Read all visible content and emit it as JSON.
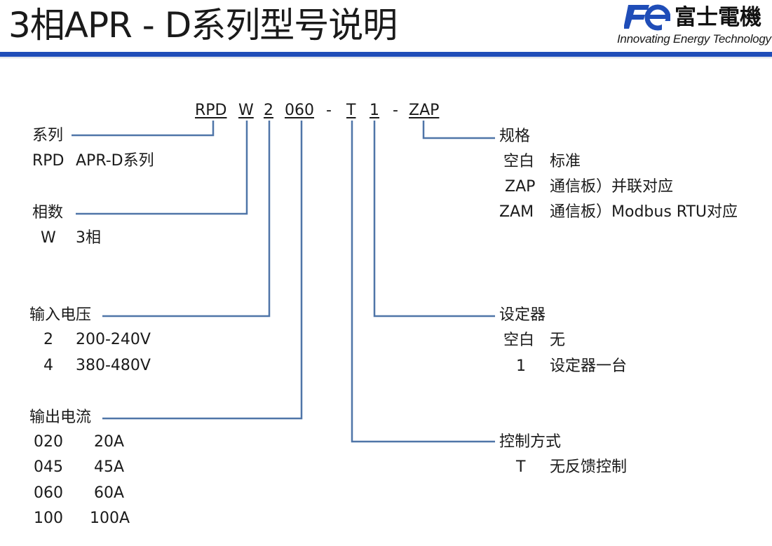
{
  "header": {
    "title": "3相APR - D系列型号说明",
    "brand_name": "富士電機",
    "brand_tagline": "Innovating Energy Technology",
    "accent_color": "#1f4db8",
    "leader_color": "#4f75a8"
  },
  "model_code": {
    "series": "RPD",
    "phase": "W",
    "voltage": "2",
    "current": "060",
    "dash1": "-",
    "control": "T",
    "setter": "1",
    "dash2": "-",
    "spec": "ZAP"
  },
  "left": {
    "series": {
      "title": "系列",
      "rows": [
        {
          "code": "RPD",
          "desc": "APR-D系列"
        }
      ]
    },
    "phase": {
      "title": "相数",
      "rows": [
        {
          "code": "W",
          "desc": "3相"
        }
      ]
    },
    "voltage": {
      "title": "输入电压",
      "rows": [
        {
          "code": "2",
          "desc": "200-240V"
        },
        {
          "code": "4",
          "desc": "380-480V"
        }
      ]
    },
    "current": {
      "title": "输出电流",
      "rows": [
        {
          "code": "020",
          "desc": "20A"
        },
        {
          "code": "045",
          "desc": "45A"
        },
        {
          "code": "060",
          "desc": "60A"
        },
        {
          "code": "100",
          "desc": "100A"
        }
      ]
    }
  },
  "right": {
    "spec": {
      "title": "规格",
      "rows": [
        {
          "code": "空白",
          "desc": "标准"
        },
        {
          "code": "ZAP",
          "desc": "通信板）并联对应"
        },
        {
          "code": "ZAM",
          "desc": "通信板）Modbus RTU对应"
        }
      ]
    },
    "setter": {
      "title": "设定器",
      "rows": [
        {
          "code": "空白",
          "desc": "无"
        },
        {
          "code": "1",
          "desc": "设定器一台"
        }
      ]
    },
    "control": {
      "title": "控制方式",
      "rows": [
        {
          "code": "T",
          "desc": "无反馈控制"
        }
      ]
    }
  }
}
